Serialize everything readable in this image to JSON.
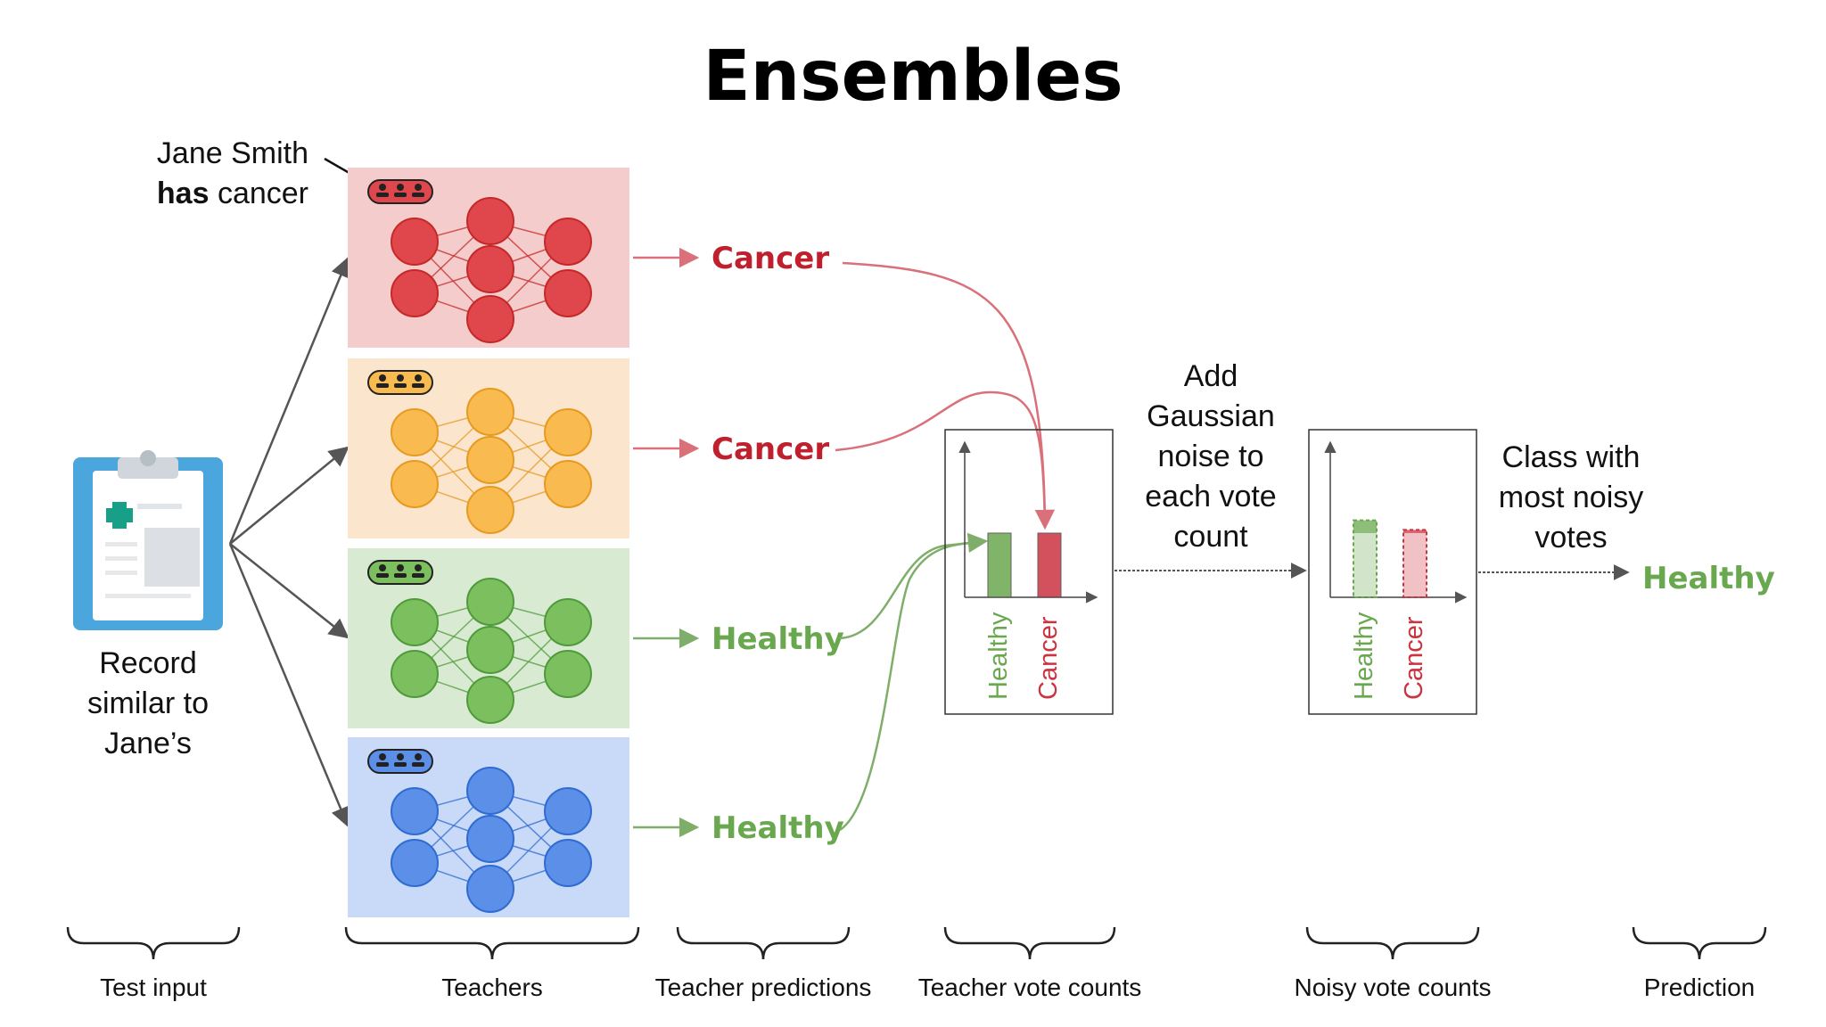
{
  "title": "Ensembles",
  "annotation": {
    "line1": "Jane Smith",
    "line2_bold": "has",
    "line2_rest": " cancer"
  },
  "test_input": {
    "lines": [
      "Record",
      "similar to",
      "Jane’s"
    ],
    "icon": "clipboard-icon"
  },
  "teachers": [
    {
      "name": "teacher-red",
      "fill": "#f4cccc",
      "node": "#e0474c",
      "node_stroke": "#c62828",
      "prediction": "Cancer",
      "prediction_color": "#c0202e"
    },
    {
      "name": "teacher-orange",
      "fill": "#fce5cd",
      "node": "#f9bb50",
      "node_stroke": "#e69a1f",
      "prediction": "Cancer",
      "prediction_color": "#c0202e"
    },
    {
      "name": "teacher-green",
      "fill": "#d9ead3",
      "node": "#7cbf5e",
      "node_stroke": "#4f9a3a",
      "prediction": "Healthy",
      "prediction_color": "#6aa84f"
    },
    {
      "name": "teacher-blue",
      "fill": "#c9daf8",
      "node": "#5b8fe8",
      "node_stroke": "#2f6bd0",
      "prediction": "Healthy",
      "prediction_color": "#6aa84f"
    }
  ],
  "noise_text": [
    "Add",
    "Gaussian",
    "noise to",
    "each vote",
    "count"
  ],
  "class_text": [
    "Class with",
    "most noisy",
    "votes"
  ],
  "final_prediction": "Healthy",
  "vote_chart": {
    "categories": [
      "Healthy",
      "Cancer"
    ],
    "values": [
      2,
      2
    ],
    "colors": [
      "#6aa84f",
      "#cc3340"
    ]
  },
  "noisy_chart": {
    "categories": [
      "Healthy",
      "Cancer"
    ],
    "values": [
      2.4,
      2.1
    ],
    "colors": [
      "#6aa84f",
      "#cc3340"
    ]
  },
  "braces": [
    "Test input",
    "Teachers",
    "Teacher predictions",
    "Teacher vote counts",
    "Noisy vote counts",
    "Prediction"
  ]
}
